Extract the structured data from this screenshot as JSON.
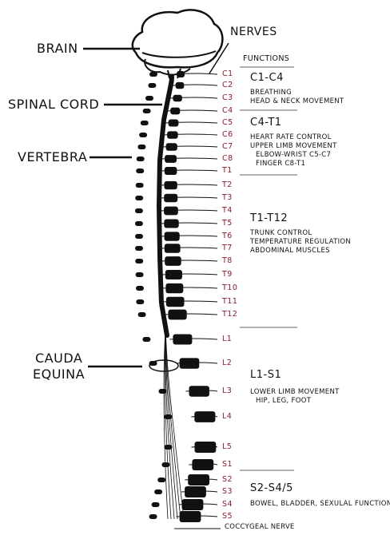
{
  "labels": {
    "brain": "BRAIN",
    "nerves": "NERVES",
    "spinal_cord": "SPINAL CORD",
    "vertebra": "VERTEBRA",
    "cauda_1": "CAUDA",
    "cauda_2": "EQUINA",
    "functions": "FUNCTIONS",
    "coccygeal": "COCCYGEAL NERVE"
  },
  "segments": [
    "C1",
    "C2",
    "C3",
    "C4",
    "C5",
    "C6",
    "C7",
    "C8",
    "T1",
    "T2",
    "T3",
    "T4",
    "T5",
    "T6",
    "T7",
    "T8",
    "T9",
    "T10",
    "T11",
    "T12",
    "L1",
    "L2",
    "L3",
    "L4",
    "L5",
    "S1",
    "S2",
    "S3",
    "S4",
    "S5"
  ],
  "groups": [
    {
      "title": "C1-C4",
      "lines": [
        "BREATHING",
        "HEAD & NECK MOVEMENT"
      ]
    },
    {
      "title": "C4-T1",
      "lines": [
        "HEART RATE CONTROL",
        "UPPER LIMB MOVEMENT",
        "ELBOW-WRIST C5-C7",
        "FINGER C8-T1"
      ]
    },
    {
      "title": "T1-T12",
      "lines": [
        "TRUNK CONTROL",
        "TEMPERATURE REGULATION",
        "ABDOMINAL MUSCLES"
      ]
    },
    {
      "title": "L1-S1",
      "lines": [
        "LOWER LIMB MOVEMENT",
        "HIP, LEG, FOOT"
      ]
    },
    {
      "title": "S2-S4/5",
      "lines": [
        "BOWEL, BLADDER, SEXULAL FUNCTION"
      ]
    }
  ],
  "colors": {
    "ink": "#111111",
    "segment_label": "#8a1c2c",
    "divider": "#b0b0b0"
  }
}
